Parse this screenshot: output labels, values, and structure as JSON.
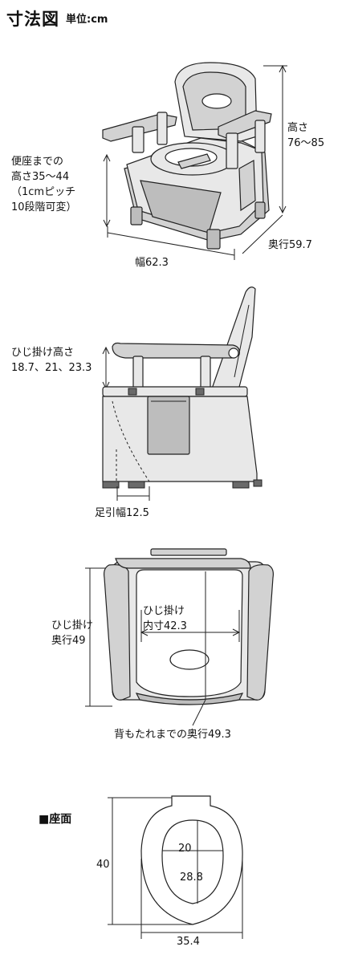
{
  "header": {
    "title": "寸法図",
    "unit": "単位:cm"
  },
  "perspective": {
    "height_label": [
      "高さ",
      "76〜85"
    ],
    "seat_height_label": [
      "便座までの",
      "高さ35〜44",
      "（1cmピッチ",
      "10段階可変）"
    ],
    "width_label": "幅62.3",
    "depth_label": "奥行59.7"
  },
  "side": {
    "armrest_height_label": [
      "ひじ掛け高さ",
      "18.7、21、23.3"
    ],
    "foot_width_label": "足引幅12.5"
  },
  "top": {
    "armrest_depth_label": [
      "ひじ掛け",
      "奥行49"
    ],
    "armrest_inner_label": [
      "ひじ掛け",
      "内寸42.3"
    ],
    "backrest_depth_label": "背もたれまでの奥行49.3"
  },
  "seat": {
    "section_label": "■座面",
    "height": "40",
    "hole_width": "20",
    "hole_depth": "28.8",
    "width": "35.4"
  }
}
